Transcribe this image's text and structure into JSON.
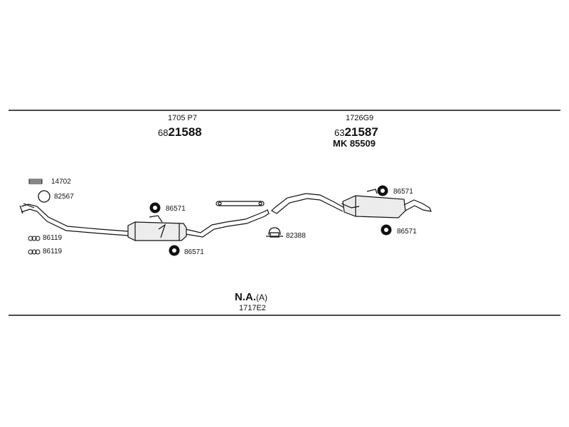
{
  "colors": {
    "line": "#111111",
    "part": "#e8e8e8"
  },
  "section1": {
    "code": "1705 P7",
    "prefix": "68",
    "number": "21588"
  },
  "section2": {
    "code": "1726G9",
    "prefix": "63",
    "number": "21587",
    "mk": "MK 85509"
  },
  "parts": {
    "p14702": "14702",
    "p82567": "82567",
    "p86119a": "86119",
    "p86119b": "86119",
    "p86571a": "86571",
    "p86571b": "86571",
    "p82388": "82388",
    "p86571c": "86571",
    "p86571d": "86571"
  },
  "footer": {
    "na": "N.A.",
    "na_suffix": "(A)",
    "code": "1717E2"
  },
  "icons": [
    "clamp-ring-icon",
    "rubber-mount-icon",
    "spring-icon",
    "gasket-icon",
    "u-bolt-clamp-icon",
    "bracket-icon"
  ]
}
